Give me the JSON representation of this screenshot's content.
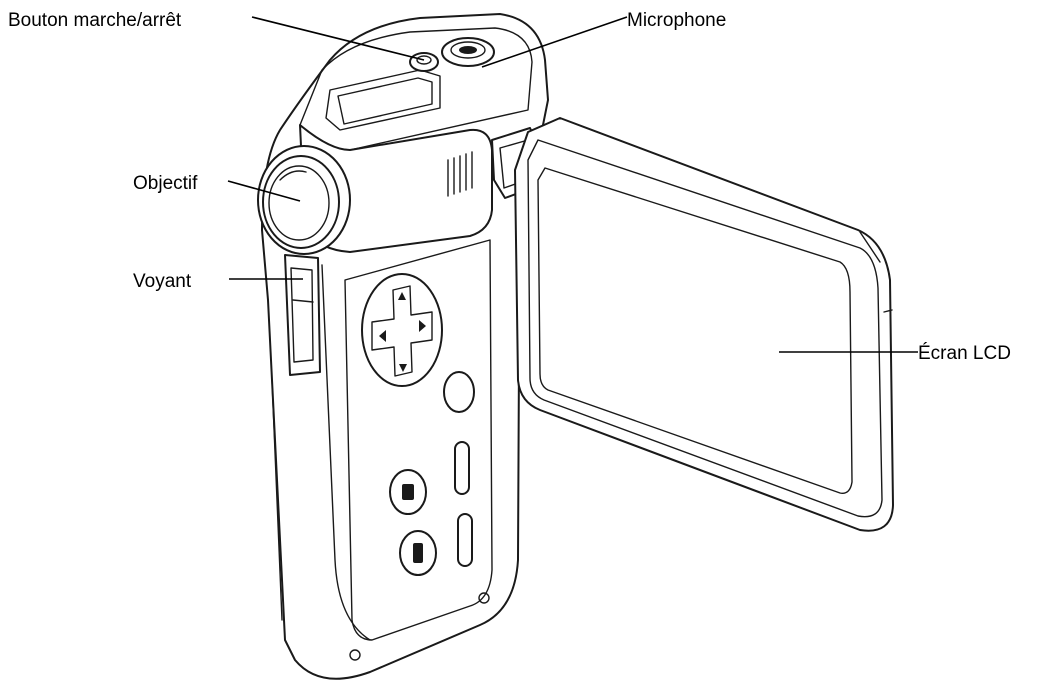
{
  "labels": {
    "power_button": "Bouton marche/arrêt",
    "microphone": "Microphone",
    "lens": "Objectif",
    "indicator": "Voyant",
    "lcd_screen": "Écran LCD"
  },
  "colors": {
    "ink": "#1a1a1a",
    "background": "#ffffff"
  }
}
